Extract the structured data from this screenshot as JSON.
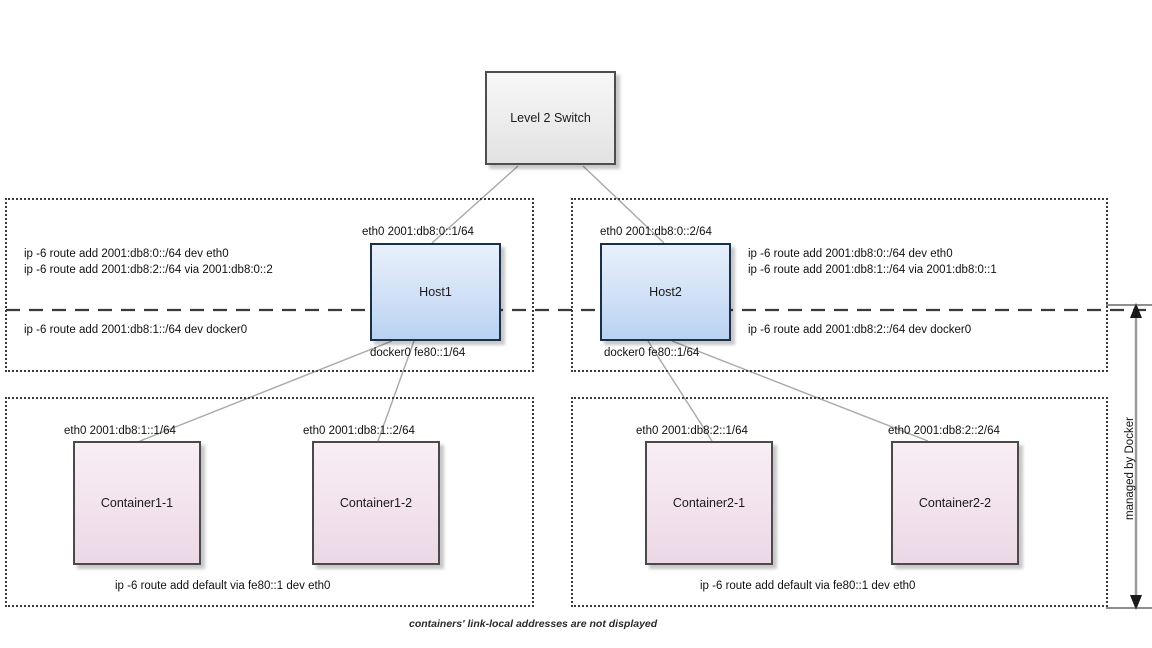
{
  "diagram": {
    "caption": "containers' link-local addresses are not displayed",
    "docker_scope_label": "managed by Docker"
  },
  "switch": {
    "label": "Level 2 Switch"
  },
  "hosts": [
    {
      "name": "Host1",
      "eth0_label": "eth0 2001:db8:0::1/64",
      "docker0_label": "docker0 fe80::1/64",
      "routes_above": [
        "ip -6 route add 2001:db8:0::/64 dev eth0",
        "ip -6 route add 2001:db8:2::/64 via 2001:db8:0::2"
      ],
      "routes_below": [
        "ip -6 route add 2001:db8:1::/64 dev docker0"
      ]
    },
    {
      "name": "Host2",
      "eth0_label": "eth0 2001:db8:0::2/64",
      "docker0_label": "docker0 fe80::1/64",
      "routes_above": [
        "ip -6 route add 2001:db8:0::/64 dev eth0",
        "ip -6 route add 2001:db8:1::/64 via 2001:db8:0::1"
      ],
      "routes_below": [
        "ip -6 route add 2001:db8:2::/64 dev docker0"
      ]
    }
  ],
  "container_groups": [
    {
      "default_route": "ip -6 route add default via fe80::1 dev eth0",
      "containers": [
        {
          "name": "Container1-1",
          "eth0_label": "eth0 2001:db8:1::1/64"
        },
        {
          "name": "Container1-2",
          "eth0_label": "eth0 2001:db8:1::2/64"
        }
      ]
    },
    {
      "default_route": "ip -6 route add default via fe80::1 dev eth0",
      "containers": [
        {
          "name": "Container2-1",
          "eth0_label": "eth0 2001:db8:2::1/64"
        },
        {
          "name": "Container2-2",
          "eth0_label": "eth0 2001:db8:2::2/64"
        }
      ]
    }
  ],
  "colors": {
    "host_fill": "#d3e2f7",
    "container_fill": "#f2e2ec",
    "switch_fill": "#ececec",
    "border_dark": "#4a4a4a",
    "link": "#9a9a9a"
  }
}
